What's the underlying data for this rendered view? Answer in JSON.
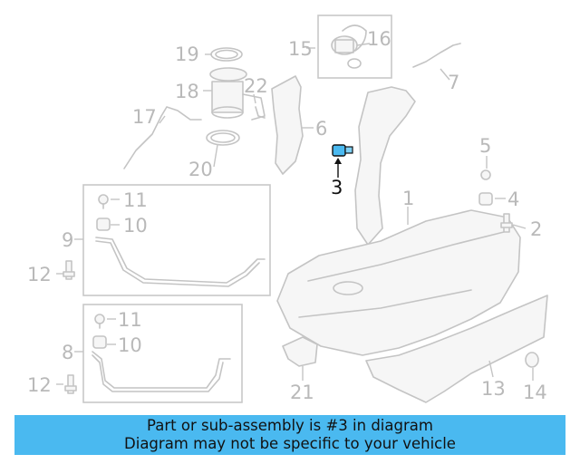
{
  "diagram": {
    "highlighted_part": "3",
    "colors": {
      "highlight": "#4ab9f0",
      "parts": "#c4c4c4",
      "callout": "#b9b9b9"
    },
    "callouts": [
      "1",
      "2",
      "3",
      "4",
      "5",
      "6",
      "7",
      "8",
      "9",
      "10",
      "10",
      "11",
      "11",
      "12",
      "12",
      "13",
      "14",
      "15",
      "16",
      "17",
      "18",
      "19",
      "20",
      "21",
      "22"
    ]
  },
  "labels": {
    "c1": "1",
    "c2": "2",
    "c3": "3",
    "c4": "4",
    "c5": "5",
    "c6": "6",
    "c7": "7",
    "c8": "8",
    "c9": "9",
    "c10a": "10",
    "c10b": "10",
    "c11a": "11",
    "c11b": "11",
    "c12a": "12",
    "c12b": "12",
    "c13": "13",
    "c14": "14",
    "c15": "15",
    "c16": "16",
    "c17": "17",
    "c18": "18",
    "c19": "19",
    "c20": "20",
    "c21": "21",
    "c22": "22"
  },
  "banner": {
    "line1": "Part or sub-assembly is #3 in diagram",
    "line2": "Diagram may not be specific to your vehicle"
  }
}
